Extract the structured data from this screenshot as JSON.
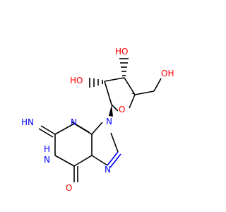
{
  "colors": {
    "carbon_bond": "#000000",
    "nitrogen": "#0000FF",
    "oxygen": "#FF0000",
    "background": "#FFFFFF"
  },
  "labels": {
    "imine_nh": "HN",
    "imine_nh_sub": "",
    "ring_n_top": "N",
    "ring_nh": "H",
    "ring_nh_n": "N",
    "n9": "N",
    "n7": "N",
    "carbonyl_o": "O",
    "ho_top": "HO",
    "ho_left": "HO",
    "ring_o": "O",
    "oh_right": "OH"
  }
}
